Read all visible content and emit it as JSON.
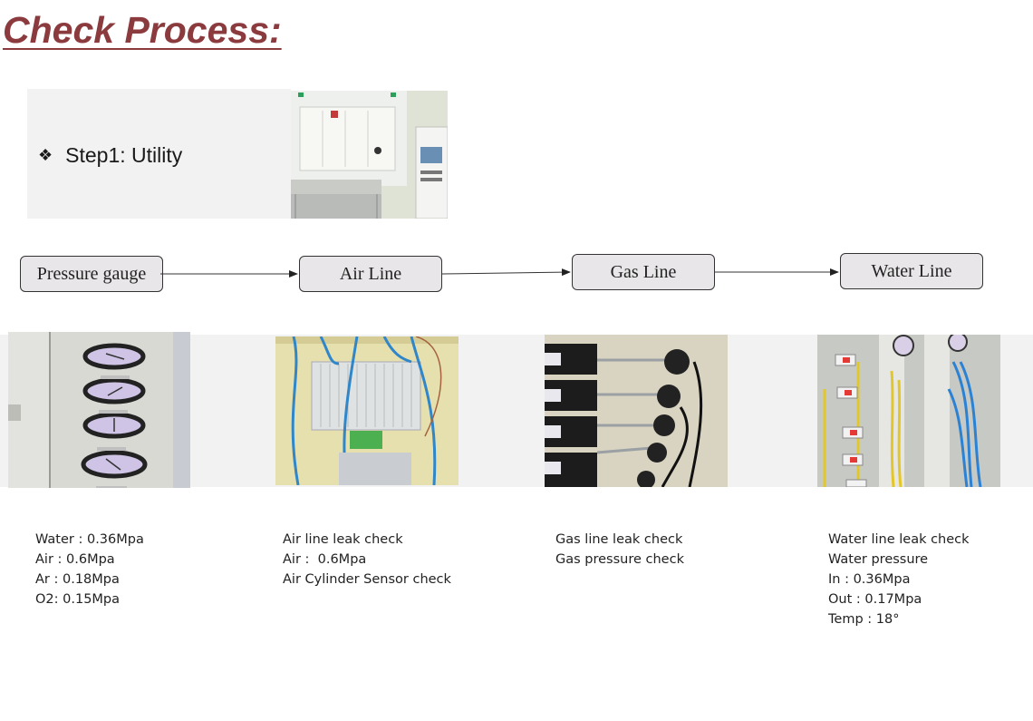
{
  "page": {
    "title": "Check Process:"
  },
  "step": {
    "bullet": "❖",
    "label": "Step1: Utility",
    "photo": "equipment-chamber-photo"
  },
  "flow": {
    "nodes": [
      {
        "id": "pressure-gauge",
        "label": "Pressure gauge"
      },
      {
        "id": "air-line",
        "label": "Air Line"
      },
      {
        "id": "gas-line",
        "label": "Gas Line"
      },
      {
        "id": "water-line",
        "label": "Water Line"
      }
    ]
  },
  "photos": [
    {
      "id": "pressure-gauge-photo",
      "subject": "pressure gauges panel"
    },
    {
      "id": "air-line-photo",
      "subject": "air valve manifold"
    },
    {
      "id": "gas-line-photo",
      "subject": "gas regulators"
    },
    {
      "id": "water-line-photo",
      "subject": "water lines with flow meters"
    }
  ],
  "notes": {
    "pressure_gauge": [
      "Water : 0.36Mpa",
      "Air : 0.6Mpa",
      "Ar : 0.18Mpa",
      "O2: 0.15Mpa"
    ],
    "air_line": [
      "Air line leak check",
      "Air :  0.6Mpa",
      "Air Cylinder Sensor check"
    ],
    "gas_line": [
      "Gas line leak check",
      "Gas pressure check"
    ],
    "water_line": [
      "Water line leak check",
      "Water pressure",
      "In : 0.36Mpa",
      "Out : 0.17Mpa",
      "Temp : 18°"
    ]
  },
  "colors": {
    "title": "#8b3a3e",
    "node_fill": "#e8e6e8",
    "band": "#f2f2f2"
  }
}
